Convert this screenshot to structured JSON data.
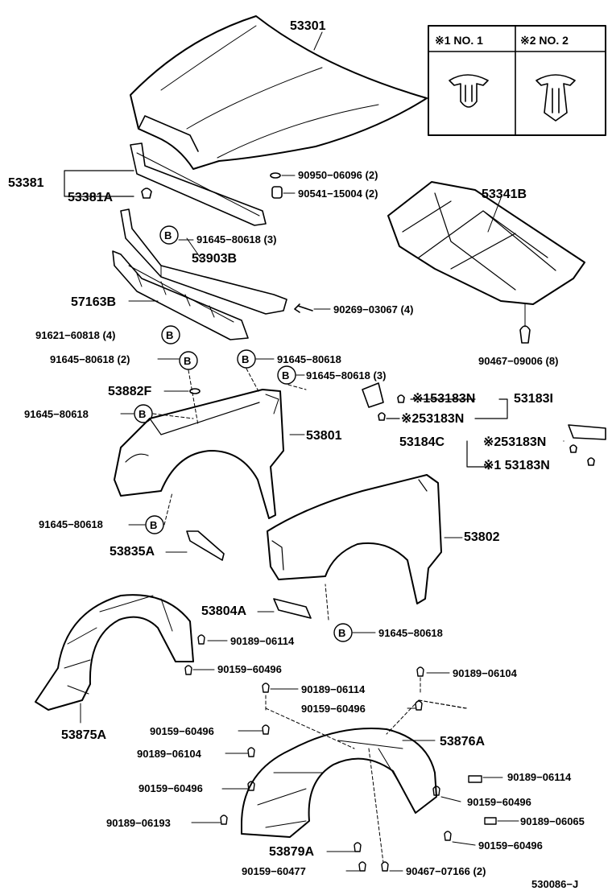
{
  "legend": {
    "col1": "※1 NO. 1",
    "col2": "※2 NO. 2"
  },
  "labels": {
    "p53301": "53301",
    "p53381": "53381",
    "p53381A": "53381A",
    "p90950": "90950−06096 (2)",
    "p90541": "90541−15004 (2)",
    "p53341B": "53341B",
    "b1": "B",
    "p91645_3a": "91645−80618 (3)",
    "p53903B": "53903B",
    "p57163B": "57163B",
    "p90269": "90269−03067 (4)",
    "p91621": "91621−60818 (4)",
    "b2": "B",
    "p90467_8": "90467−09006 (8)",
    "p91645_2": "91645−80618 (2)",
    "b3": "B",
    "b4": "B",
    "p91645_top": "91645−80618",
    "b5": "B",
    "p91645_3b": "91645−80618 (3)",
    "p53882F": "53882F",
    "p91645_left": "91645−80618",
    "b6": "B",
    "p53801": "53801",
    "r153183N": "※153183N",
    "r253183N_a": "※253183N",
    "p53183I": "53183I",
    "p53184C": "53184C",
    "r253183N_b": "※253183N",
    "r1_53183N": "※1  53183N",
    "p91645_mid": "91645−80618",
    "b7": "B",
    "p53835A": "53835A",
    "p53802": "53802",
    "p53804A": "53804A",
    "b8": "B",
    "p91645_low": "91645−80618",
    "p90189_06114a": "90189−06114",
    "p90159_60496a": "90159−60496",
    "p90189_06104a": "90189−06104",
    "p90189_06114b": "90189−06114",
    "p90159_60496b": "90159−60496",
    "p53875A": "53875A",
    "p90159_60496c": "90159−60496",
    "p53876A": "53876A",
    "p90189_06104b": "90189−06104",
    "p90189_06114c": "90189−06114",
    "p90159_60496d": "90159−60496",
    "p90159_60496e": "90159−60496",
    "p90189_06193": "90189−06193",
    "p90189_06065": "90189−06065",
    "p90159_60496f": "90159−60496",
    "p53879A": "53879A",
    "p90159_60477": "90159−60477",
    "p90467_07166": "90467−07166 (2)",
    "ref": "530086−J"
  }
}
